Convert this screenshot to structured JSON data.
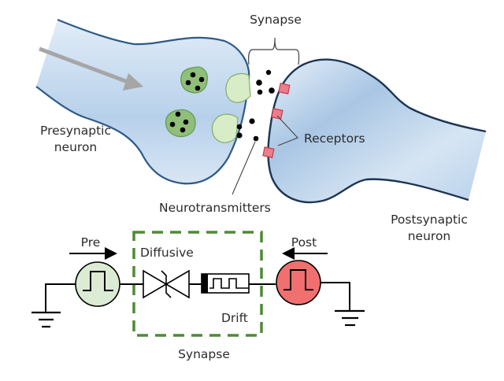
{
  "biology": {
    "synapse_label": "Synapse",
    "presynaptic_label_line1": "Presynaptic",
    "presynaptic_label_line2": "neuron",
    "postsynaptic_label_line1": "Postsynaptic",
    "postsynaptic_label_line2": "neuron",
    "receptors_label": "Receptors",
    "neurotransmitters_label": "Neurotransmitters"
  },
  "circuit": {
    "pre_label": "Pre",
    "post_label": "Post",
    "diffusive_label": "Diffusive",
    "drift_label": "Drift",
    "synapse_label": "Synapse"
  },
  "colors": {
    "neuron_fill": "#c4d9ee",
    "neuron_stroke": "#2e5b86",
    "vesicle_full": "#8fbf7a",
    "vesicle_empty": "#d8ecc8",
    "receptor": "#e06a78",
    "pre_source": "#dcebd3",
    "post_source": "#f07070",
    "synapse_box": "#4f8a35",
    "arrow_gray": "#a6a6a6"
  }
}
